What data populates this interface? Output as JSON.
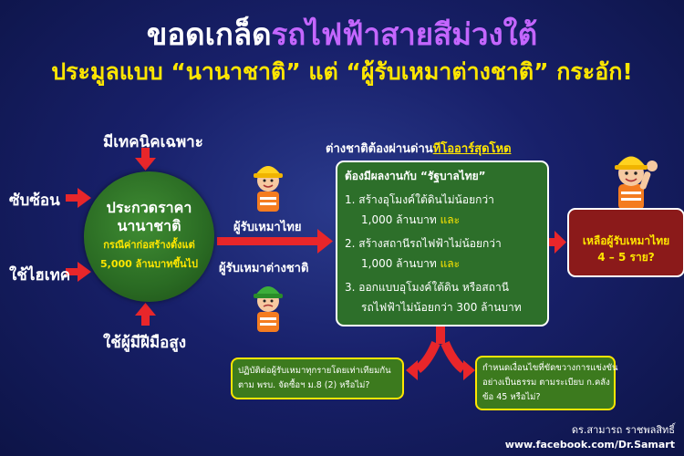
{
  "title": {
    "part1": "ขอดเกล็ด",
    "part2": "รถไฟฟ้าสายสีม่วงใต้",
    "subtitle": "ประมูลแบบ “นานาชาติ” แต่ “ผู้รับเหมาต่างชาติ” กระอัก!"
  },
  "circle": {
    "line1": "ประกวดราคา",
    "line2": "นานาชาติ",
    "line3": "กรณีค่าก่อสร้างตั้งแต่",
    "line4": "5,000 ล้านบาทขึ้นไป"
  },
  "inputs": {
    "top": "มีเทคนิคเฉพาะ",
    "left1": "ซับซ้อน",
    "left2": "ใช้ไฮเทค",
    "bottom": "ใช้ผู้มีฝีมือสูง"
  },
  "contractors": {
    "thai": "ผู้รับเหมาไทย",
    "foreign": "ผู้รับเหมาต่างชาติ"
  },
  "checkpoint": {
    "prefix": "ต่างชาติต้องผ่านด่าน",
    "highlight": "ทีโออาร์สุดโหด"
  },
  "requirements": {
    "intro": "ต้องมีผลงานกับ “รัฐบาลไทย”",
    "item1a": "1. สร้างอุโมงค์ใต้ดินไม่น้อยกว่า",
    "item1b": "1,000 ล้านบาท",
    "item1c": "และ",
    "item2a": "2. สร้างสถานีรถไฟฟ้าไม่น้อยกว่า",
    "item2b": "1,000 ล้านบาท",
    "item2c": "และ",
    "item3a": "3. ออกแบบอุโมงค์ใต้ดิน หรือสถานี",
    "item3b": "รถไฟฟ้าไม่น้อยกว่า 300 ล้านบาท"
  },
  "result": {
    "line1": "เหลือผู้รับเหมาไทย",
    "line2": "4 – 5 ราย?"
  },
  "question_left": {
    "line1": "ปฏิบัติต่อผู้รับเหมาทุกรายโดยเท่าเทียมกัน",
    "line2": "ตาม พรบ. จัดซื้อฯ ม.8 (2) หรือไม่?"
  },
  "question_right": {
    "line1": "กำหนดเงื่อนไขที่ขัดขวางการแข่งขัน",
    "line2": "อย่างเป็นธรรม ตามระเบียบ ก.คลัง",
    "line3": "ข้อ 45 หรือไม่?"
  },
  "signature": {
    "name": "ดร.สามารถ ราชพลสิทธิ์",
    "url": "www.facebook.com/Dr.Samart"
  },
  "colors": {
    "background": "#18206a",
    "accent_yellow": "#ffe600",
    "accent_purple": "#c466ff",
    "arrow_red": "#e8262a",
    "box_green": "#2d6f2a",
    "box_red": "#8b1a1a"
  }
}
